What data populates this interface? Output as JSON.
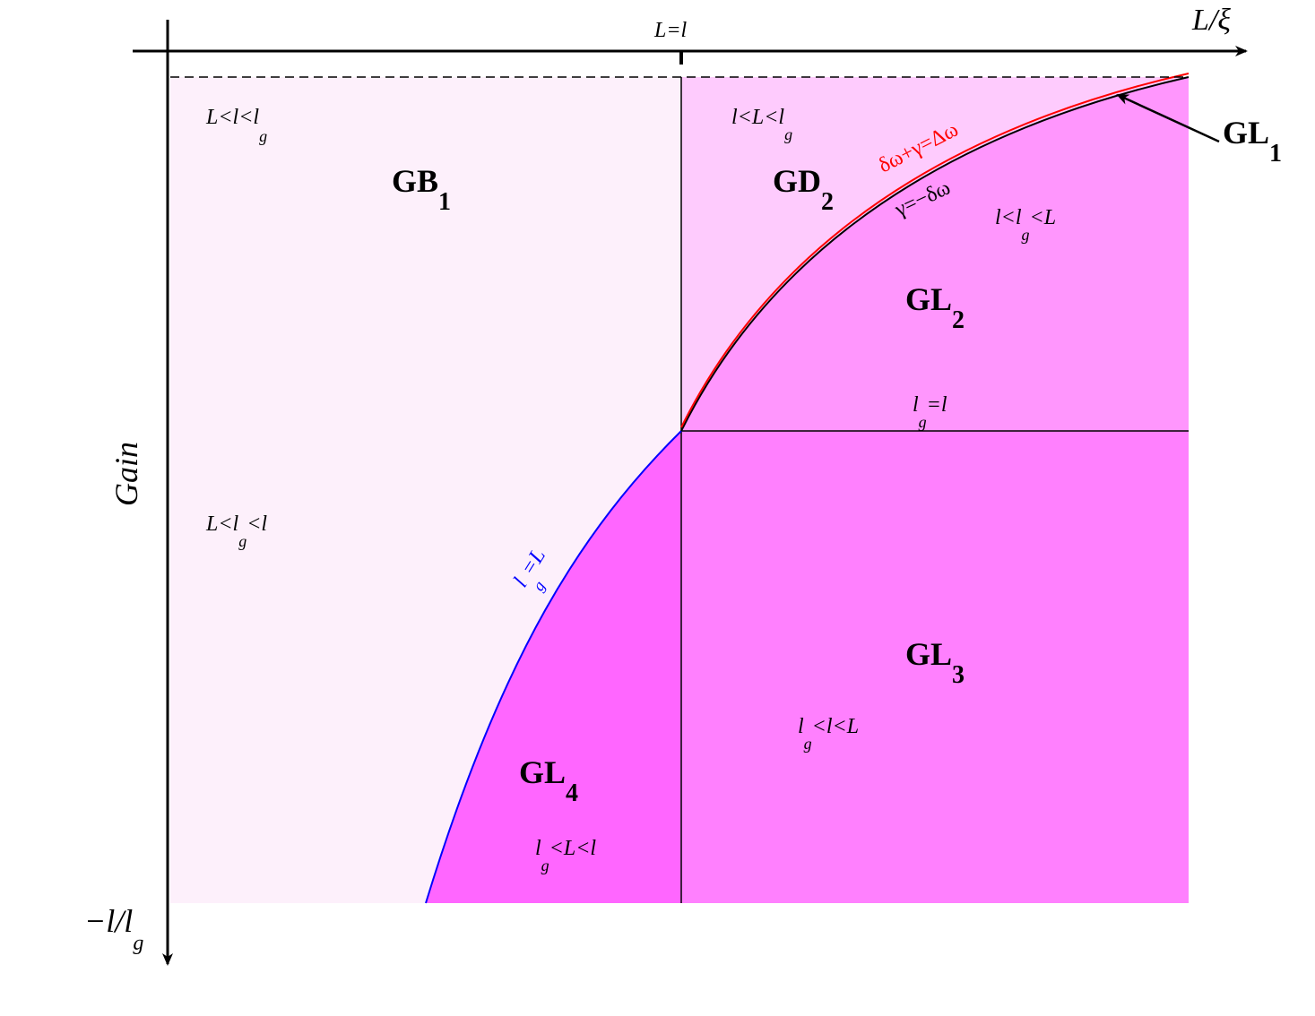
{
  "axes": {
    "x_label": "L/ξ",
    "y_label": "Gain",
    "y_bottom_label": {
      "main": "−l/l",
      "sub": "g"
    },
    "x_tick_label": "L=l"
  },
  "regions": {
    "gb1": {
      "name": "GB",
      "sub": "1",
      "upper_condition": {
        "pre": "L<l<l",
        "sub": "g"
      },
      "lower_condition": {
        "pre": "L<l",
        "sub": "g",
        "post": "<l"
      },
      "fill": "#fdf0fb"
    },
    "gd2": {
      "name": "GD",
      "sub": "2",
      "condition": {
        "pre": "l<L<l",
        "sub": "g"
      },
      "fill": "#fecbfd"
    },
    "gl2": {
      "name": "GL",
      "sub": "2",
      "condition": {
        "pre": "l<l",
        "sub": "g",
        "post": "<L"
      },
      "fill": "#ff96fd"
    },
    "gl3": {
      "name": "GL",
      "sub": "3",
      "condition": {
        "pre": "l",
        "sub": "g",
        "post": "<l<L"
      },
      "fill": "#ff80fe"
    },
    "gl4": {
      "name": "GL",
      "sub": "4",
      "condition": {
        "pre": "l",
        "sub": "g",
        "post": "<L<l"
      },
      "fill": "#ff66ff"
    },
    "gl1": {
      "name": "GL",
      "sub": "1"
    }
  },
  "curves": {
    "red_label": "δω+γ=Δω",
    "black_label": "γ=−δω",
    "blue_label": {
      "pre": "l",
      "sub": "g",
      "post": "=L"
    },
    "horizontal_label": {
      "pre": "l",
      "sub": "g",
      "post": "=l"
    }
  },
  "colors": {
    "red_curve": "#ff0000",
    "blue_curve": "#0000ff",
    "axis": "#000000"
  }
}
